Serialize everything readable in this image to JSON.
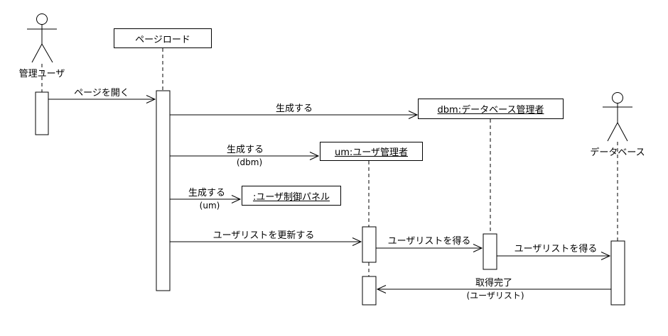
{
  "diagram_type": "uml-sequence",
  "colors": {
    "line": "#000000",
    "background": "#ffffff"
  },
  "lifelines": {
    "admin_user": "管理ユーザ",
    "page_load": "ページロード",
    "dbm": "dbm:データベース管理者",
    "um": "um:ユーザ管理者",
    "panel": ":ユーザ制御パネル",
    "database": "データベース"
  },
  "messages": [
    {
      "label": "ページを開く",
      "param": "",
      "from": "admin_user",
      "to": "page_load"
    },
    {
      "label": "生成する",
      "param": "",
      "from": "page_load",
      "to": "dbm"
    },
    {
      "label": "生成する",
      "param": "(dbm)",
      "from": "page_load",
      "to": "um"
    },
    {
      "label": "生成する",
      "param": "(um)",
      "from": "page_load",
      "to": "panel"
    },
    {
      "label": "ユーザリストを更新する",
      "param": "",
      "from": "page_load",
      "to": "um"
    },
    {
      "label": "ユーザリストを得る",
      "param": "",
      "from": "um",
      "to": "dbm"
    },
    {
      "label": "ユーザリストを得る",
      "param": "",
      "from": "dbm",
      "to": "database"
    },
    {
      "label": "取得完了",
      "param": "(ユーザリスト)",
      "from": "database",
      "to": "um"
    }
  ]
}
